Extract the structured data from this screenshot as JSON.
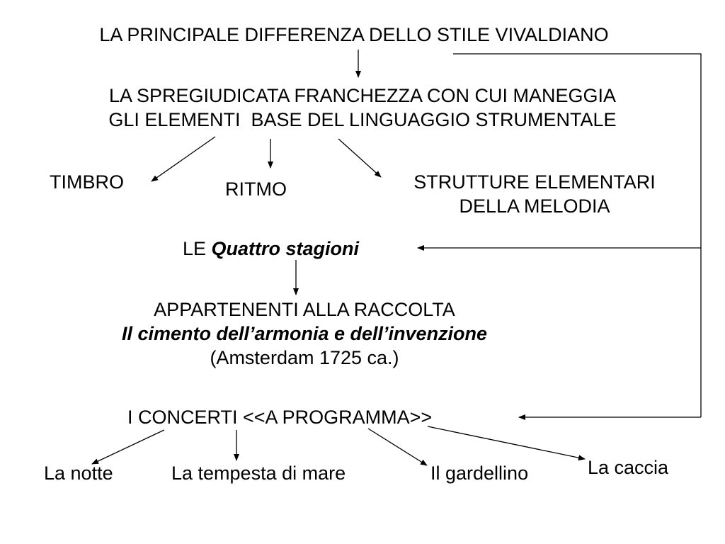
{
  "diagram": {
    "main": "LA PRINCIPALE DIFFERENZA DELLO STILE VIVALDIANO",
    "spregiudicata": {
      "line1": "LA SPREGIUDICATA FRANCHEZZA CON CUI MANEGGIA",
      "line2": "GLI ELEMENTI  BASE DEL LINGUAGGIO STRUMENTALE"
    },
    "elements": {
      "timbro": "TIMBRO",
      "ritmo": "RITMO",
      "strutture_line1": "STRUTTURE ELEMENTARI",
      "strutture_line2": "DELLA MELODIA"
    },
    "stagioni": {
      "prefix": "LE ",
      "title": "Quattro stagioni"
    },
    "raccolta": {
      "line1": "APPARTENENTI ALLA RACCOLTA",
      "line2": "Il cimento dell’armonia e dell’invenzione",
      "line3": "(Amsterdam 1725 ca.)"
    },
    "concerti": "I CONCERTI <<A PROGRAMMA>>",
    "leaves": [
      "La notte",
      "La tempesta di mare",
      "Il gardellino",
      "La caccia"
    ]
  },
  "colors": {
    "text": "#000000",
    "line": "#000000",
    "background": "#ffffff"
  }
}
